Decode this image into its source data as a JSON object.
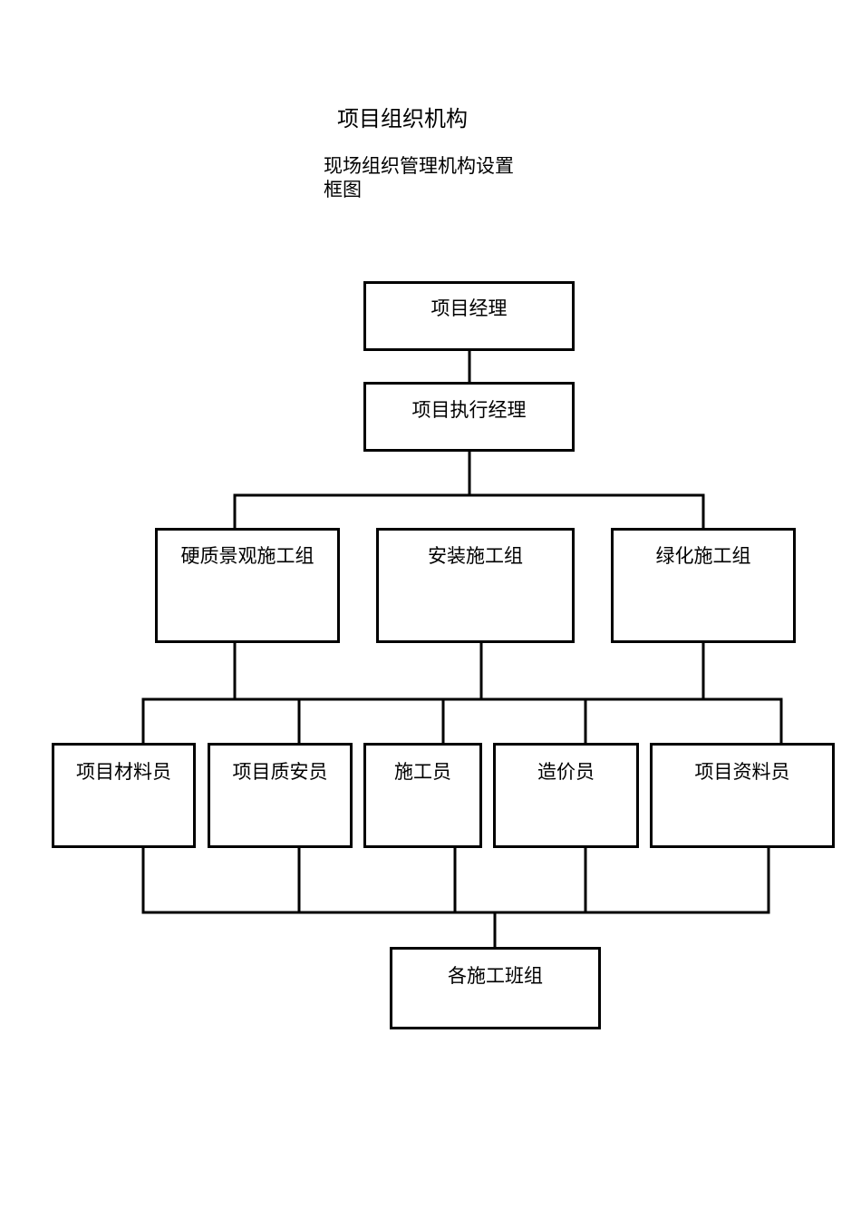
{
  "title": "项目组织机构",
  "subtitle": {
    "line1": "现场组织管理机构设置",
    "line2": "框图"
  },
  "nodes": {
    "manager": "项目经理",
    "executive_manager": "项目执行经理",
    "hardscape_team": "硬质景观施工组",
    "installation_team": "安装施工组",
    "greening_team": "绿化施工组",
    "materials_officer": "项目材料员",
    "quality_safety_officer": "项目质安员",
    "construction_officer": "施工员",
    "cost_officer": "造价员",
    "document_officer": "项目资料员",
    "work_crews": "各施工班组"
  }
}
